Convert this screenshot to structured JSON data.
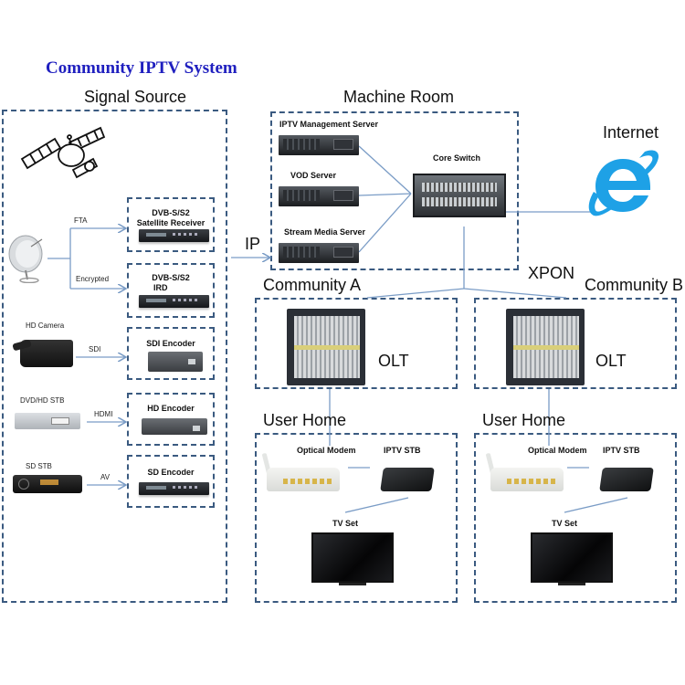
{
  "title": "Community IPTV System",
  "sections": {
    "signal_source": "Signal Source",
    "machine_room": "Machine Room",
    "internet": "Internet",
    "community_a": "Community A",
    "community_b": "Community B",
    "xpon": "XPON",
    "ip": "IP"
  },
  "signal_source": {
    "sources": [
      {
        "icon": "satellite-dish-icon",
        "name": ""
      },
      {
        "icon": "hd-camera-icon",
        "name": "HD Camera"
      },
      {
        "icon": "dvd-stb-icon",
        "name": "DVD/HD STB"
      },
      {
        "icon": "sd-stb-icon",
        "name": "SD STB"
      }
    ],
    "connections": [
      "FTA",
      "Encrypted",
      "SDI",
      "HDMI",
      "AV"
    ],
    "devices": [
      {
        "line1": "DVB-S/S2",
        "line2": "Satellite Receiver"
      },
      {
        "line1": "DVB-S/S2",
        "line2": "IRD"
      },
      {
        "line1": "SDI Encoder",
        "line2": ""
      },
      {
        "line1": "HD Encoder",
        "line2": ""
      },
      {
        "line1": "SD Encoder",
        "line2": ""
      }
    ]
  },
  "machine_room": {
    "servers": [
      "IPTV Management Server",
      "VOD Server",
      "Stream Media Server"
    ],
    "core_switch": "Core Switch"
  },
  "communities": [
    {
      "olt": "OLT",
      "user_home": "User Home",
      "optical_modem": "Optical Modem",
      "iptv_stb": "IPTV STB",
      "tv_set": "TV Set"
    },
    {
      "olt": "OLT",
      "user_home": "User Home",
      "optical_modem": "Optical Modem",
      "iptv_stb": "IPTV STB",
      "tv_set": "TV Set"
    }
  ],
  "colors": {
    "title": "#1f1fbf",
    "dashed_border": "#3a5a80",
    "wire": "#7a9cc6",
    "internet_icon": "#1ea1e6"
  }
}
